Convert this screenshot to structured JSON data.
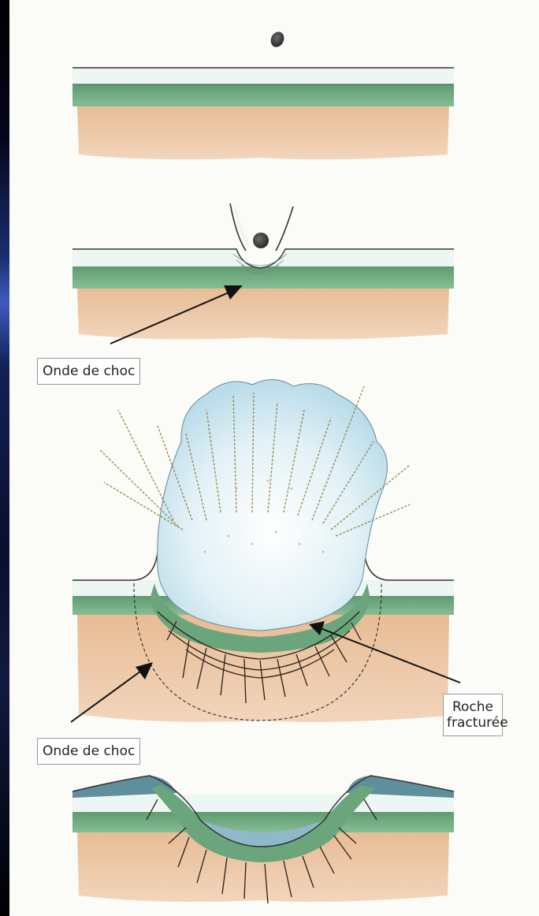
{
  "labels": {
    "shock_wave_stage2": "Onde de choc",
    "shock_wave_stage3": "Onde de choc",
    "fractured_rock_line1": "Roche",
    "fractured_rock_line2": "fracturée"
  },
  "colors": {
    "background": "#fbfbf7",
    "white_layer": "#eef6f3",
    "green_layer": "#6aa57c",
    "soil_layer": "#e3b58f",
    "ejecta": "#d6ecf4",
    "crack": "#2a2016",
    "crater_water": "#8fb8c9",
    "edge_accent": "#3d5cc0"
  }
}
